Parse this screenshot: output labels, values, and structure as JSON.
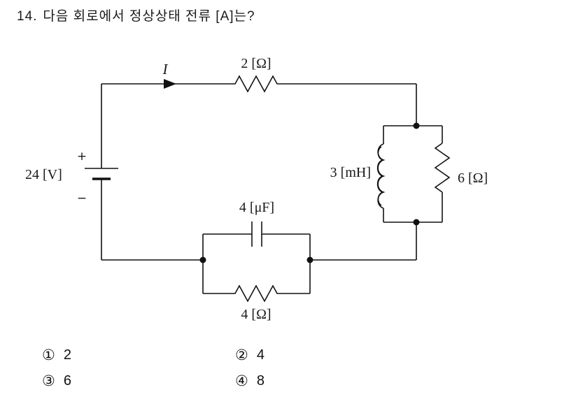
{
  "colors": {
    "background": "#ffffff",
    "ink": "#111111"
  },
  "question": {
    "number": "14.",
    "text": "다음 회로에서 정상상태 전류 [A]는?"
  },
  "circuit": {
    "current_label": "I",
    "top_resistor_label": "2 [Ω]",
    "source_label": "24 [V]",
    "source_plus": "+",
    "source_minus": "−",
    "inductor_label": "3 [mH]",
    "right_resistor_label": "6 [Ω]",
    "capacitor_label": "4 [μF]",
    "bottom_resistor_label": "4 [Ω]"
  },
  "choices": [
    {
      "marker": "①",
      "value": "2"
    },
    {
      "marker": "②",
      "value": "4"
    },
    {
      "marker": "③",
      "value": "6"
    },
    {
      "marker": "④",
      "value": "8"
    }
  ]
}
